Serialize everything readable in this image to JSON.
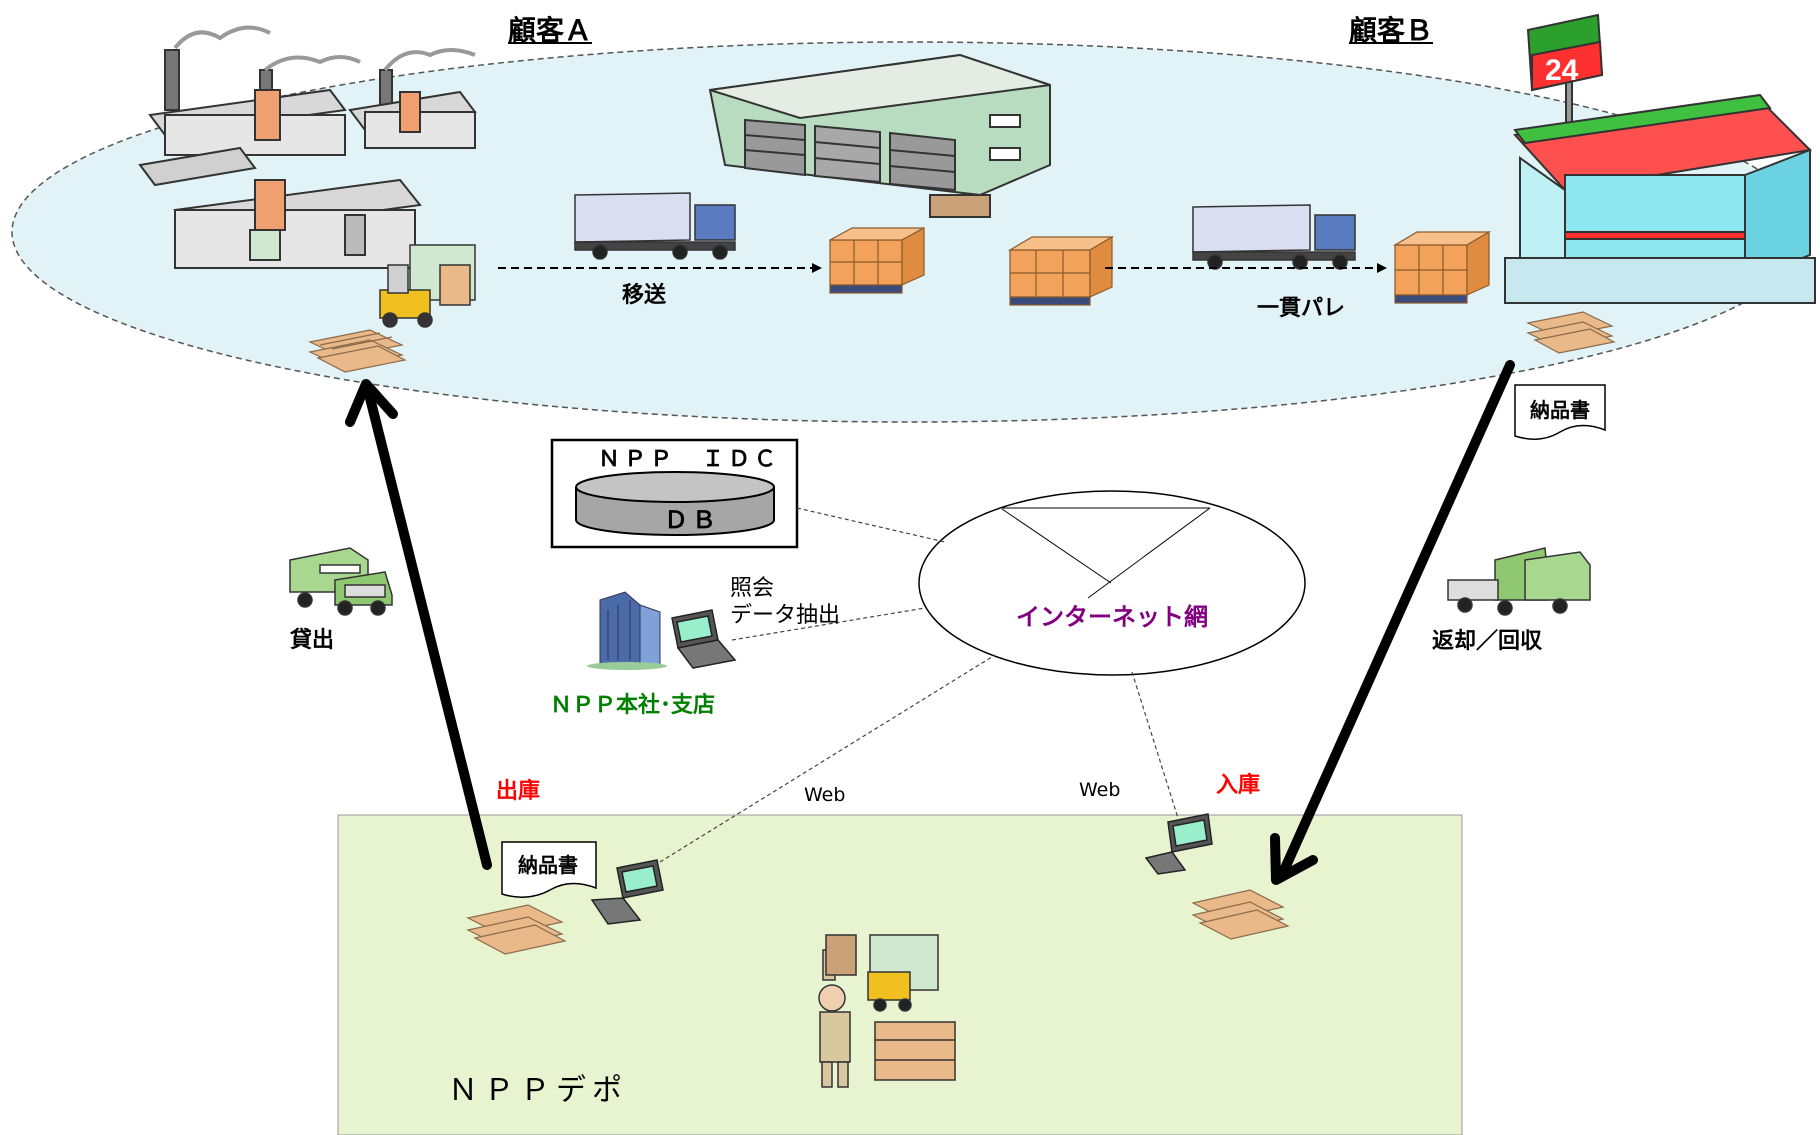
{
  "customer_a": {
    "label": "顧客Ａ"
  },
  "customer_b": {
    "label": "顧客Ｂ",
    "store_sign": "24"
  },
  "flow": {
    "transfer": "移送",
    "through_pallet": "一貫パレ"
  },
  "documents": {
    "delivery_note": "納品書"
  },
  "idc": {
    "title": "ＮＰＰ　ＩＤＣ",
    "db": "ＤＢ"
  },
  "hq": {
    "query_line1": "照会",
    "query_line2": "データ抽出",
    "label": "ＮＰＰ本社･支店"
  },
  "network": {
    "label": "インターネット網",
    "web_left": "Web",
    "web_right": "Web"
  },
  "arrows": {
    "rent": "貸出",
    "return": "返却／回収",
    "outbound": "出庫",
    "inbound": "入庫"
  },
  "depot": {
    "label": "ＮＰＰデポ"
  },
  "colors": {
    "ellipse_fill": "#e1f3f6",
    "depot_fill": "#e8f3cf",
    "red_label": "#ff0000",
    "green_label": "#008000",
    "purple_label": "#800080",
    "pallet": "#e9b98a",
    "box": "#f2a25a"
  }
}
